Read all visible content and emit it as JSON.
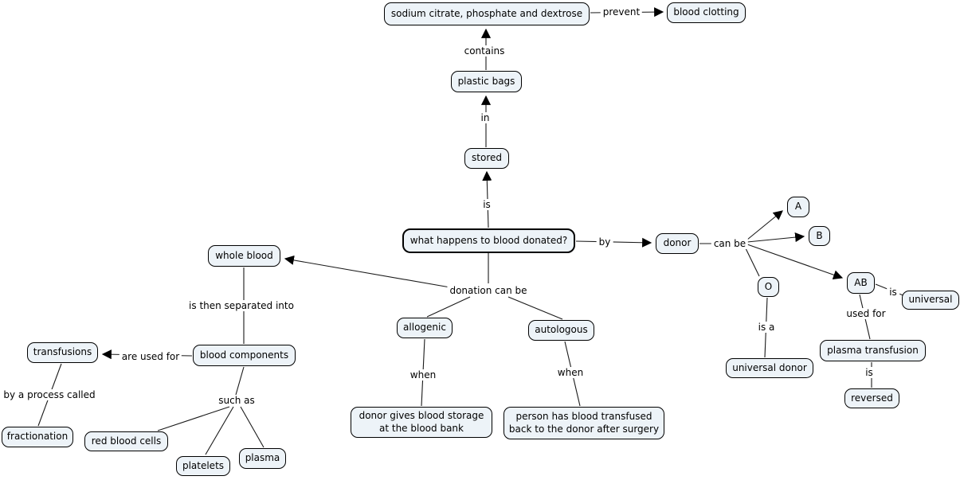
{
  "colors": {
    "background": "#ffffff",
    "node_fill": "#edf3f8",
    "node_border": "#000000",
    "line": "#1a1a1a"
  },
  "nodes": {
    "question": {
      "label": "what happens to blood donated?"
    },
    "stored": {
      "label": "stored"
    },
    "plastic_bags": {
      "label": "plastic bags"
    },
    "sodium_citrate": {
      "label": "sodium citrate, phosphate and dextrose"
    },
    "blood_clotting": {
      "label": "blood clotting"
    },
    "donor": {
      "label": "donor"
    },
    "type_a": {
      "label": "A"
    },
    "type_b": {
      "label": "B"
    },
    "type_o": {
      "label": "O"
    },
    "type_ab": {
      "label": "AB"
    },
    "universal": {
      "label": "universal"
    },
    "plasma_transfusion": {
      "label": "plasma transfusion"
    },
    "reversed": {
      "label": "reversed"
    },
    "universal_donor": {
      "label": "universal donor"
    },
    "whole_blood": {
      "label": "whole blood"
    },
    "blood_components": {
      "label": "blood components"
    },
    "transfusions": {
      "label": "transfusions"
    },
    "fractionation": {
      "label": "fractionation"
    },
    "red_blood_cells": {
      "label": "red blood cells"
    },
    "platelets": {
      "label": "platelets"
    },
    "plasma": {
      "label": "plasma"
    },
    "allogenic": {
      "label": "allogenic"
    },
    "autologous": {
      "label": "autologous"
    },
    "donor_gives": {
      "label": "donor gives blood storage\nat the blood bank"
    },
    "person_has": {
      "label": "person has blood transfused\nback to the donor after surgery"
    }
  },
  "edge_labels": {
    "prevent": "prevent",
    "contains": "contains",
    "in": "in",
    "is_stored": "is",
    "by": "by",
    "can_be": "can be",
    "is_universal": "is",
    "used_for": "used for",
    "is_reversed": "is",
    "is_a": "is a",
    "donation_can_be": "donation can be",
    "separated": "is then separated into",
    "are_used_for": "are used for",
    "process": "by a process called",
    "such_as": "such as",
    "when_allogenic": "when",
    "when_autologous": "when"
  }
}
